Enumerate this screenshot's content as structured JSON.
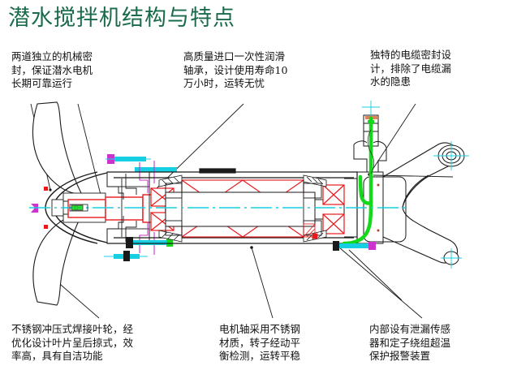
{
  "slide": {
    "title": "潜水搅拌机结构与特点",
    "title_color": "#1a6b4b",
    "background": "#ffffff"
  },
  "annotations": {
    "mechanical_seal": "两道独立的机械密\n封，保证潜水电机\n长期可靠运行",
    "bearing": "高质量进口一次性润滑\n轴承，设计使用寿命10\n万小时，运转无忧",
    "cable_seal": "独特的电缆密封设\n计，排除了电缆漏\n水的隐患",
    "impeller": "不锈钢冲压式焊接叶轮，经\n优化设计叶片呈后掠式，效\n率高，具有自洁功能",
    "motor_shaft": "电机轴采用不锈钢\n材质，转子经动平\n衡检测，运转平稳",
    "sensor": "内部设有泄漏传感\n器和定子绕组超温\n保护报警装置"
  },
  "diagram": {
    "label": "submersible-mixer-cross-section",
    "colors": {
      "outline": "#1a1a1a",
      "winding": "#e8191c",
      "centerline": "#17cfe3",
      "cable": "#14d81a",
      "detail_magenta": "#cc33cc",
      "shaft_red": "#e8191c",
      "leader": "#1a1a1a"
    },
    "parts": [
      "propeller-blade-upper",
      "propeller-blade-lower",
      "nose-cone",
      "impeller-hub",
      "mechanical-seal-chamber",
      "bearing-upper",
      "bearing-lower",
      "rotor-shaft",
      "stator-winding",
      "motor-housing",
      "cable-gland",
      "power-cable",
      "terminal-box",
      "mounting-bracket-upper",
      "mounting-bracket-lower",
      "mounting-hole-upper",
      "mounting-hole-lower",
      "shaft-centerline"
    ]
  }
}
